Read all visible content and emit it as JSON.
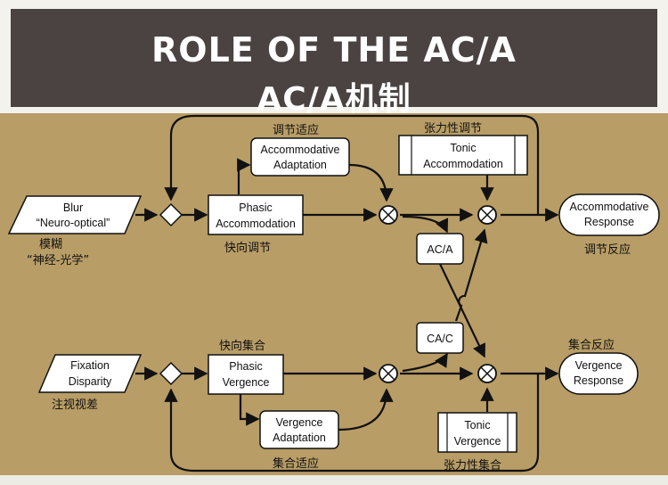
{
  "title": {
    "line1": "ROLE OF THE AC/A",
    "line2": "AC/A机制"
  },
  "nodes": {
    "blur": {
      "line1": "Blur",
      "line2": "“Neuro-optical”",
      "cn1": "模糊",
      "cn2": "“神经-光学”"
    },
    "fixation": {
      "line1": "Fixation",
      "line2": "Disparity",
      "cn": "注视视差"
    },
    "phasic_acc": {
      "line1": "Phasic",
      "line2": "Accommodation",
      "cn": "快向调节"
    },
    "acc_adapt": {
      "line1": "Accommodative",
      "line2": "Adaptation",
      "cn": "调节适应"
    },
    "tonic_acc": {
      "line1": "Tonic",
      "line2": "Accommodation",
      "cn": "张力性调节"
    },
    "acc_response": {
      "line1": "Accommodative",
      "line2": "Response",
      "cn": "调节反应"
    },
    "ac_a": {
      "label": "AC/A"
    },
    "ca_c": {
      "label": "CA/C"
    },
    "phasic_verg": {
      "line1": "Phasic",
      "line2": "Vergence",
      "cn": "快向集合"
    },
    "verg_adapt": {
      "line1": "Vergence",
      "line2": "Adaptation",
      "cn": "集合适应"
    },
    "tonic_verg": {
      "line1": "Tonic",
      "line2": "Vergence",
      "cn": "张力性集合"
    },
    "verg_response": {
      "line1": "Vergence",
      "line2": "Response",
      "cn": "集合反应"
    }
  },
  "colors": {
    "title_bg": "#4a4341",
    "diagram_bg": "#b89d66",
    "box_fill": "#ffffff",
    "line": "#111111"
  }
}
